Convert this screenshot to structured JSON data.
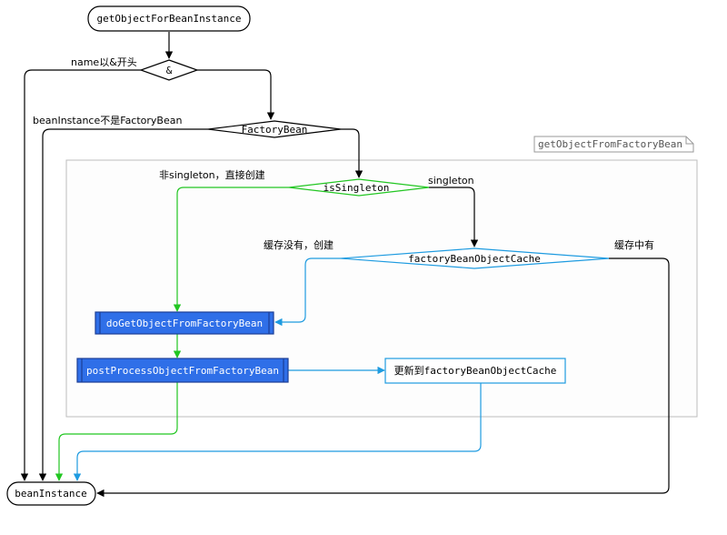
{
  "nodes": {
    "start": "getObjectForBeanInstance",
    "amp": "&",
    "factory_bean": "FactoryBean",
    "group_label": "getObjectFromFactoryBean",
    "is_singleton": "isSingleton",
    "cache": "factoryBeanObjectCache",
    "do_get": "doGetObjectFromFactoryBean",
    "post_process": "postProcessObjectFromFactoryBean",
    "update_cache": "更新到factoryBeanObjectCache",
    "end": "beanInstance"
  },
  "edge_labels": {
    "name_amp": "name以&开头",
    "not_factory_bean": "beanInstance不是FactoryBean",
    "non_singleton": "非singleton，直接创建",
    "singleton": "singleton",
    "cache_miss": "缓存没有，创建",
    "cache_hit": "缓存中有"
  },
  "colors": {
    "black": "#000000",
    "green": "#22c622",
    "blue": "#1e9be0",
    "process_fill": "#2f6fe8",
    "group_border": "#bdbdbd"
  }
}
